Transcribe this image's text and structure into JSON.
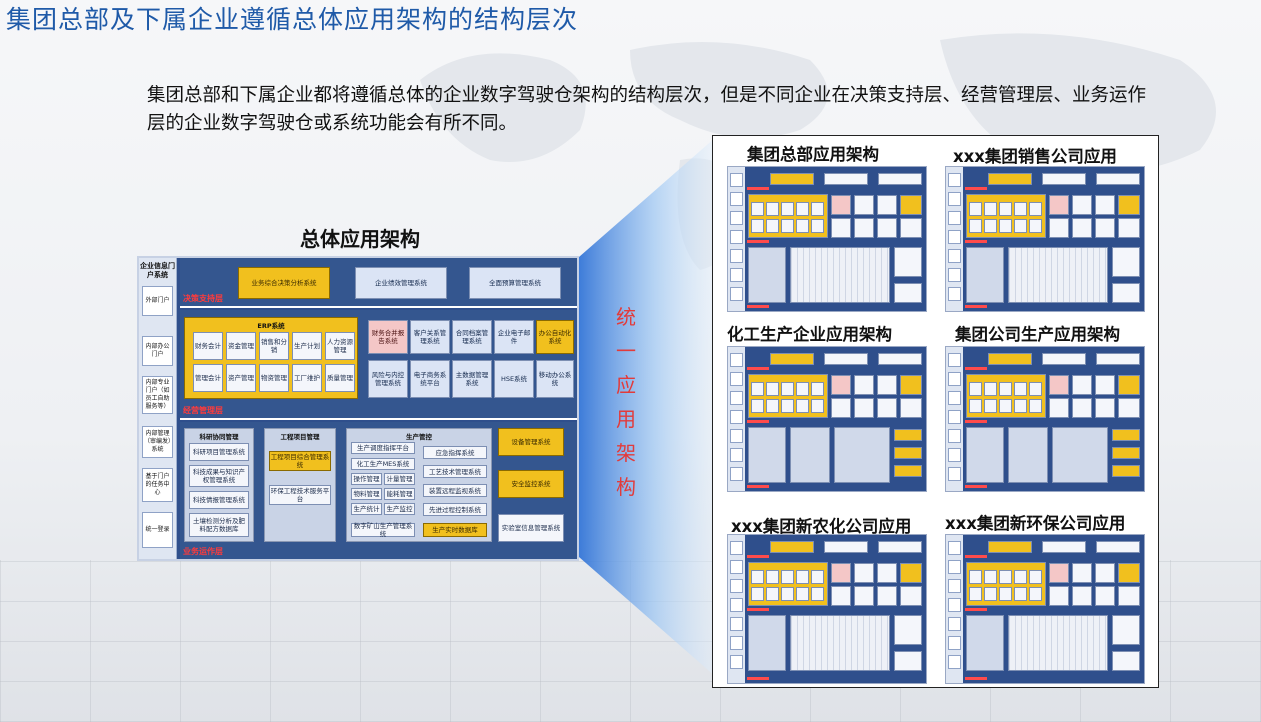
{
  "page": {
    "title": "集团总部及下属企业遵循总体应用架构的结构层次",
    "intro": "集团总部和下属企业都将遵循总体的企业数字驾驶仓架构的结构层次，但是不同企业在决策支持层、经营管理层、业务运作层的企业数字驾驶仓或系统功能会有所不同。"
  },
  "main": {
    "title": "总体应用架构",
    "side_header": "企业信息门户系统",
    "side_items": [
      "外部门户",
      "内部办公门户",
      "内部专业门户（如员工自助服务等）",
      "内部管理（审编发）系统",
      "基于门户的任务中心",
      "统一登录"
    ],
    "layers": {
      "decision": "决策支持层",
      "management": "经营管理层",
      "operation": "业务运作层"
    },
    "decision_boxes": [
      "业务综合决策分析系统",
      "企业绩效管理系统",
      "全面预算管理系统"
    ],
    "erp": {
      "title": "ERP系统",
      "items": [
        "财务会计",
        "资金管理",
        "销售和分销",
        "生产计划",
        "人力资源管理",
        "管理会计",
        "资产管理",
        "物资管理",
        "工厂维护",
        "质量管理"
      ]
    },
    "mgmt_boxes": [
      "财务合并报告系统",
      "客户关系管理系统",
      "合同档案管理系统",
      "企业电子邮件",
      "办公自动化系统",
      "风险与内控管理系统",
      "电子商务系统平台",
      "主数据管理系统",
      "HSE系统",
      "移动办公系统"
    ],
    "research": {
      "title": "科研协同管理",
      "items": [
        "科研项目管理系统",
        "科技成果与知识产权管理系统",
        "科技情报管理系统",
        "土壤检测分析及肥料配方数据库"
      ]
    },
    "project": {
      "title": "工程项目管理",
      "items": [
        "工程项目综合管理系统",
        "环保工程技术服务平台"
      ]
    },
    "production": {
      "title": "生产管控",
      "left": [
        "生产调度指挥平台",
        "化工生产MES系统",
        "操作管理",
        "计量管理",
        "物料管理",
        "能耗管理",
        "生产统计",
        "生产监控",
        "数字矿山生产管理系统"
      ],
      "right": [
        "应急指挥系统",
        "工艺技术管理系统",
        "装置远程监视系统",
        "先进过程控制系统",
        "生产实时数据库"
      ]
    },
    "ops_right": [
      "设备管理系统",
      "安全监控系统",
      "实验室信息管理系统"
    ]
  },
  "unified": "统一应用架构",
  "examples": [
    {
      "title": "集团总部应用架构"
    },
    {
      "title": "xxx集团销售公司应用"
    },
    {
      "title": "化工生产企业应用架构"
    },
    {
      "title": "集团公司生产应用架构"
    },
    {
      "title": "xxx集团新农化公司应用"
    },
    {
      "title": "xxx集团新环保公司应用"
    }
  ],
  "colors": {
    "title": "#1f5aa8",
    "accent_red": "#e23b3b",
    "panel_blue": "#2f4f8c",
    "gold": "#f1c01e"
  }
}
